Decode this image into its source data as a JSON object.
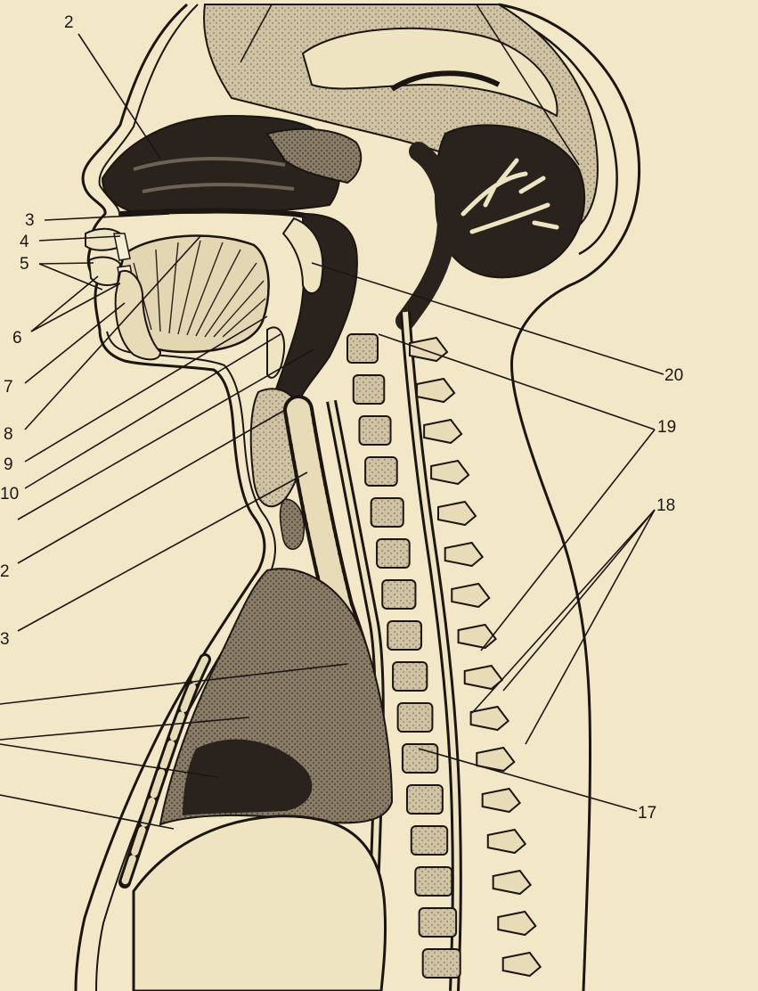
{
  "figure": {
    "type": "anatomical sagittal section diagram",
    "labels": [
      {
        "id": "l2",
        "text": "2"
      },
      {
        "id": "l3",
        "text": "3"
      },
      {
        "id": "l4",
        "text": "4"
      },
      {
        "id": "l5",
        "text": "5"
      },
      {
        "id": "l6",
        "text": "6"
      },
      {
        "id": "l7",
        "text": "7"
      },
      {
        "id": "l8",
        "text": "8"
      },
      {
        "id": "l9",
        "text": "9"
      },
      {
        "id": "l10",
        "text": "10"
      },
      {
        "id": "l12",
        "text": "2"
      },
      {
        "id": "l13",
        "text": "3"
      },
      {
        "id": "l17",
        "text": "17"
      },
      {
        "id": "l18",
        "text": "18"
      },
      {
        "id": "l19",
        "text": "19"
      },
      {
        "id": "l20",
        "text": "20"
      }
    ]
  },
  "colors": {
    "paper": "#f2e8c8",
    "ink": "#1b1612",
    "tissue_dark": "#2a231d",
    "tissue_mid": "#6e6252",
    "bone": "#e8dcb8"
  }
}
